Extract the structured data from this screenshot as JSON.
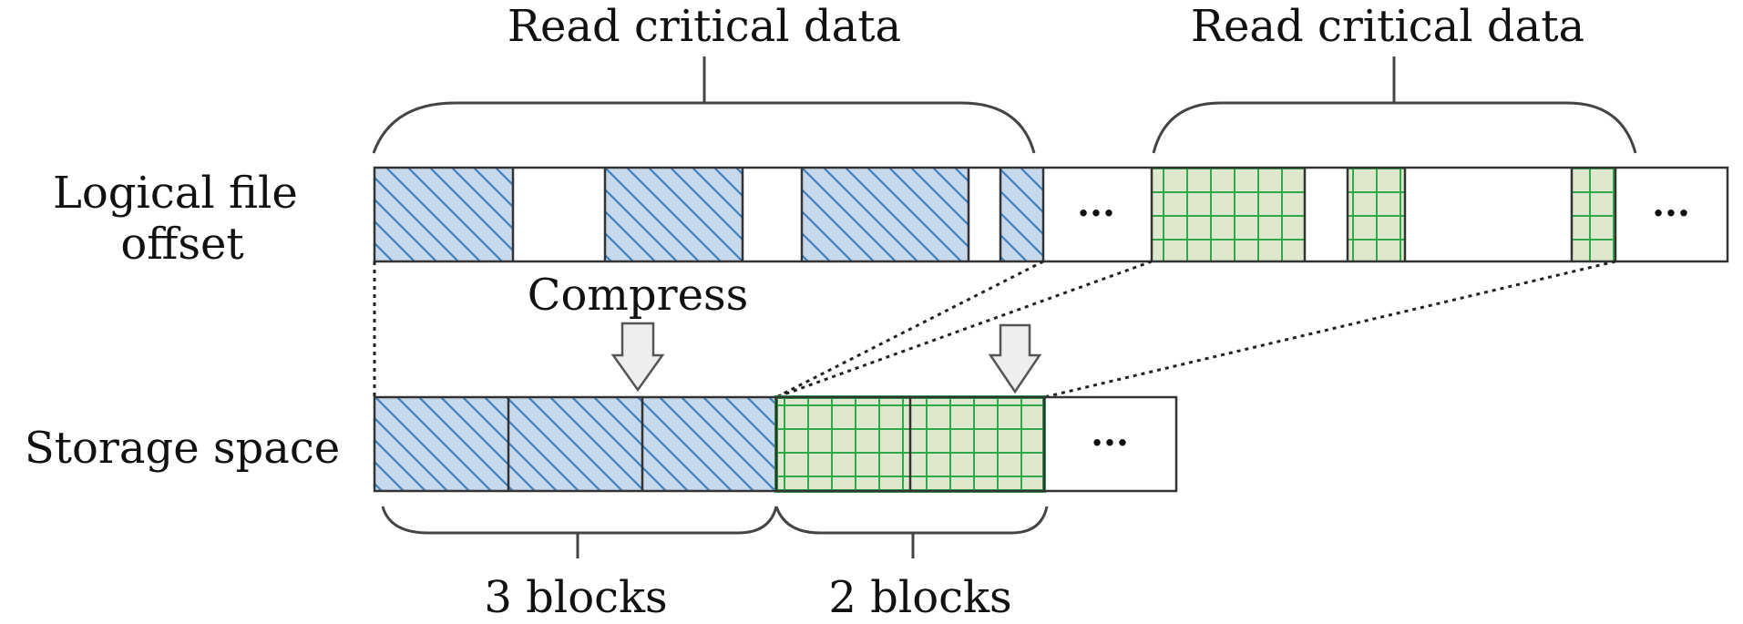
{
  "labels": {
    "read_critical_left": "Read critical data",
    "read_critical_right": "Read critical data",
    "logical_offset_line1": "Logical file",
    "logical_offset_line2": "offset",
    "compress": "Compress",
    "storage_space": "Storage space",
    "three_blocks": "3 blocks",
    "two_blocks": "2 blocks",
    "ellipsis_logical_1": "···",
    "ellipsis_logical_2": "···",
    "ellipsis_storage": "···"
  },
  "colors": {
    "hatch_fill": "#c6d8ea",
    "hatch_line": "#3a82c4",
    "grid_fill": "#dfe8cc",
    "grid_line": "#2eaa4a",
    "outline": "#333333",
    "bracket": "#444444",
    "arrow_fill": "#eeeeee",
    "arrow_stroke": "#555555"
  },
  "legend_semantics": {
    "hatched_blue": "read critical data segment (group 1)",
    "green_grid": "read critical data segment (group 2)"
  }
}
